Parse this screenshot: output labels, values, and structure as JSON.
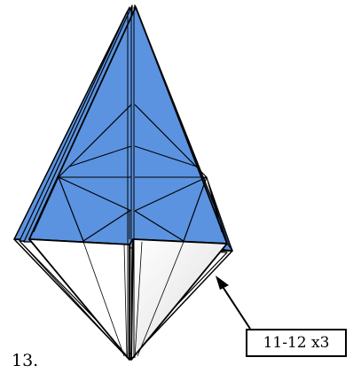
{
  "step": {
    "number": "13."
  },
  "instruction": {
    "repeat_label": "11-12 x3"
  },
  "colors": {
    "paper_front": "#5b93e0",
    "paper_back": "#ffffff",
    "lines": "#000000"
  },
  "icons": {
    "arrow": "arrow-pointer-icon",
    "model": "origami-model"
  }
}
